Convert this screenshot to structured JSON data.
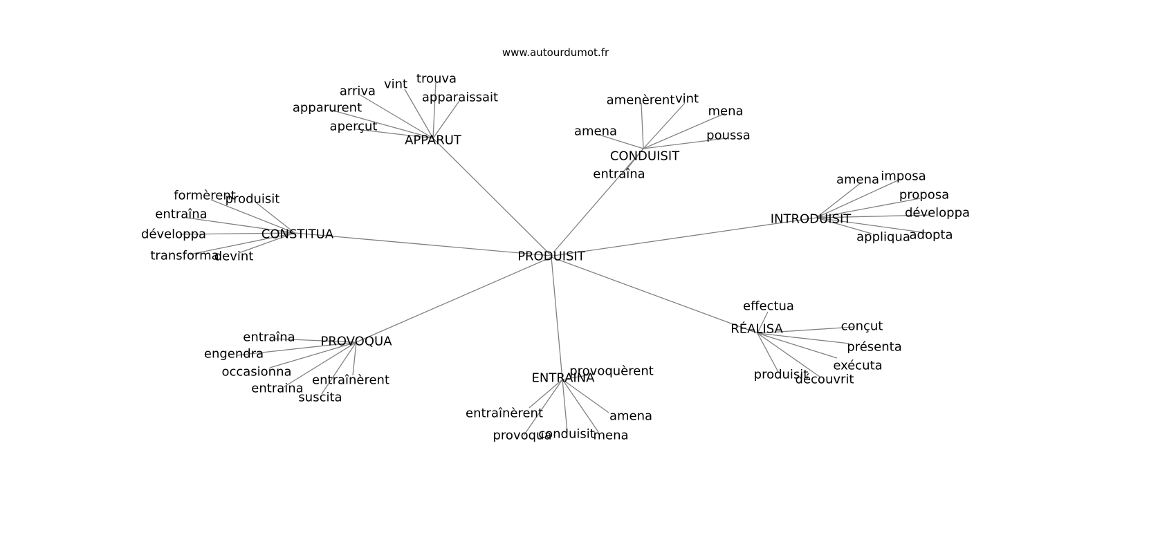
{
  "title": "www.autourdumot.fr",
  "edge_color": "#808080",
  "center": "PRODUISIT",
  "groups": [
    {
      "hub": "APPARUT",
      "leaves": [
        "arriva",
        "vint",
        "trouva",
        "apparaissait",
        "apparurent",
        "aperçut"
      ]
    },
    {
      "hub": "CONDUISIT",
      "leaves": [
        "amenèrent",
        "vint",
        "mena",
        "poussa",
        "amena",
        "entraîna"
      ]
    },
    {
      "hub": "INTRODUISIT",
      "leaves": [
        "amena",
        "imposa",
        "proposa",
        "développa",
        "adopta",
        "appliqua"
      ]
    },
    {
      "hub": "CONSTITUA",
      "leaves": [
        "formèrent",
        "produisit",
        "entraîna",
        "développa",
        "transforma",
        "devint"
      ]
    },
    {
      "hub": "PROVOQUA",
      "leaves": [
        "entraîna",
        "engendra",
        "occasionna",
        "entraina",
        "suscita",
        "entraînèrent"
      ]
    },
    {
      "hub": "ENTRAINA",
      "leaves": [
        "provoquèrent",
        "entraînèrent",
        "provoqua",
        "conduisit",
        "mena",
        "amena"
      ]
    },
    {
      "hub": "RÉALISA",
      "leaves": [
        "effectua",
        "conçut",
        "présenta",
        "exécuta",
        "produisit",
        "découvrit"
      ]
    }
  ]
}
